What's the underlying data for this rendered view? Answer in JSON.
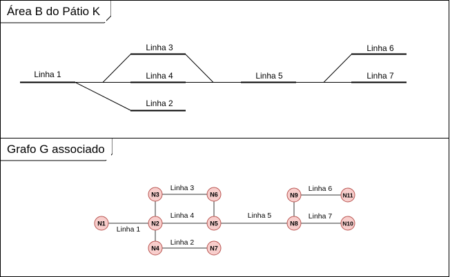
{
  "top": {
    "title": "Área B do Pátio K",
    "labels": {
      "linha1": "Linha 1",
      "linha2": "Linha 2",
      "linha3": "Linha 3",
      "linha4": "Linha 4",
      "linha5": "Linha 5",
      "linha6": "Linha 6",
      "linha7": "Linha 7"
    }
  },
  "bottom": {
    "title": "Grafo G associado",
    "nodes": {
      "n1": "N1",
      "n2": "N2",
      "n3": "N3",
      "n4": "N4",
      "n5": "N5",
      "n6": "N6",
      "n7": "N7",
      "n8": "N8",
      "n9": "N9",
      "n10": "N10",
      "n11": "N11"
    },
    "edges": {
      "linha1": "Linha 1",
      "linha2": "Linha 2",
      "linha3": "Linha 3",
      "linha4": "Linha 4",
      "linha5": "Linha 5",
      "linha6": "Linha 6",
      "linha7": "Linha 7"
    }
  },
  "colors": {
    "node_fill": "#f8cecc",
    "node_stroke": "#b85450",
    "track": "#000000"
  }
}
